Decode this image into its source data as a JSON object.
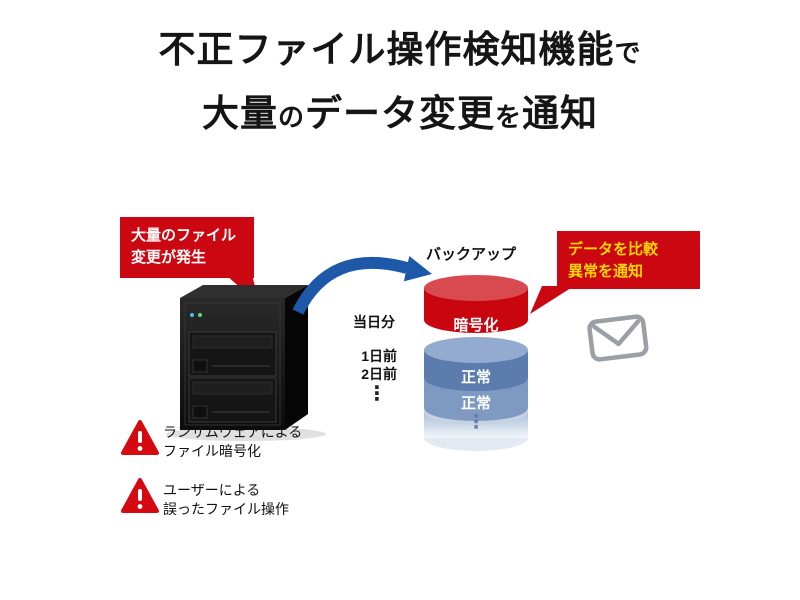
{
  "title": {
    "line1": [
      {
        "t": "不正ファイル操作検知機能"
      },
      {
        "t": "で"
      }
    ],
    "line2": [
      {
        "t": "大量"
      },
      {
        "t": "の"
      },
      {
        "t": "データ変更"
      },
      {
        "t": "を"
      },
      {
        "t": "通知"
      }
    ]
  },
  "left_bubble": {
    "line1": "大量のファイル",
    "line2": "変更が発生"
  },
  "right_bubble": {
    "line1": "データを比較",
    "line2": "異常を通知"
  },
  "backup_label": "バックアップ",
  "stack": {
    "day_today": "当日分",
    "day_1": "1日前",
    "day_2": "2日前",
    "left_ellipsis": "⋮",
    "encrypted_label": "暗号化",
    "normal1_label": "正常",
    "normal2_label": "正常",
    "stack_ellipsis": "⋮"
  },
  "warnings": {
    "w1_line1": "ランサムウェアによる",
    "w1_line2": "ファイル暗号化",
    "w2_line1": "ユーザーによる",
    "w2_line2": "誤ったファイル操作"
  },
  "colors": {
    "red": "#cb0712",
    "yellow_text": "#ffd800",
    "arrow_blue": "#1d59a8",
    "cylinder_blue_dark": "#5b7cad",
    "cylinder_blue_light": "#7e9ac2",
    "mail_gray": "#9aa0a6"
  }
}
